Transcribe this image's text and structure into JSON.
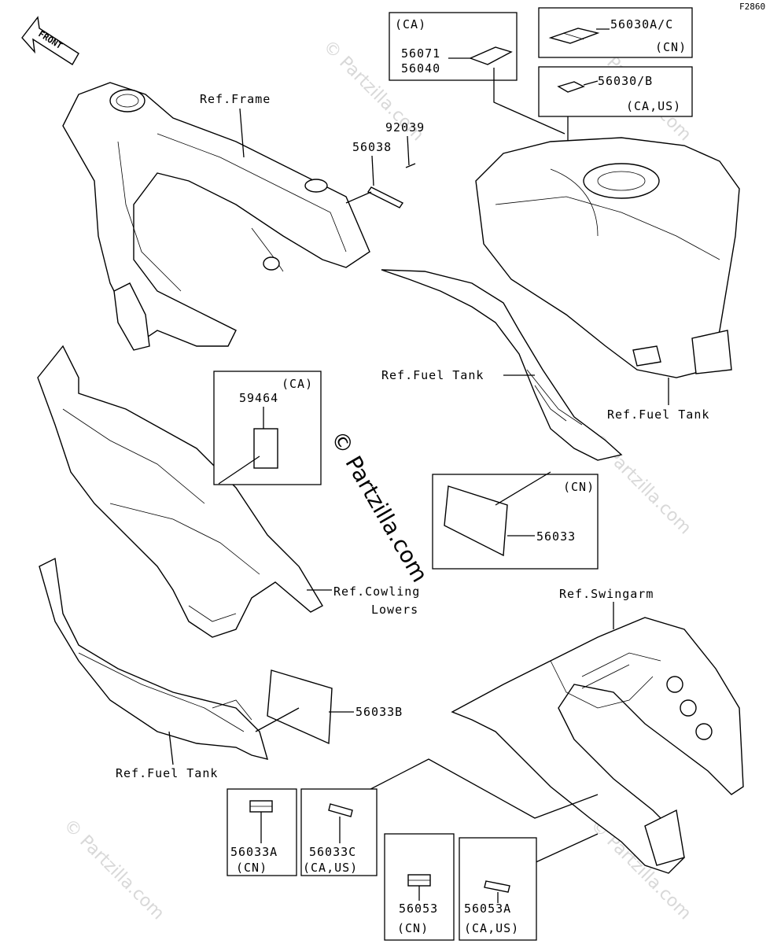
{
  "figure_code": "F2860",
  "front_arrow": "FRONT",
  "watermark_center": "© Partzilla.com",
  "watermark_faint": "© Partzilla.com",
  "refs": {
    "frame": "Ref.Frame",
    "fuel_tank_1": "Ref.Fuel Tank",
    "fuel_tank_2": "Ref.Fuel Tank",
    "fuel_tank_3": "Ref.Fuel Tank",
    "cowling_1": "Ref.Cowling",
    "cowling_2": "Lowers",
    "swingarm": "Ref.Swingarm"
  },
  "parts": {
    "p92039": "92039",
    "p56038": "56038",
    "p56071": "56071",
    "p56040": "56040",
    "p56030ac": "56030A/C",
    "p56030b": "56030/B",
    "p59464": "59464",
    "p56033": "56033",
    "p56033b": "56033B",
    "p56033a": "56033A",
    "p56033c": "56033C",
    "p56053": "56053",
    "p56053a": "56053A"
  },
  "regions": {
    "ca": "(CA)",
    "cn": "(CN)",
    "ca_us": "(CA,US)"
  }
}
